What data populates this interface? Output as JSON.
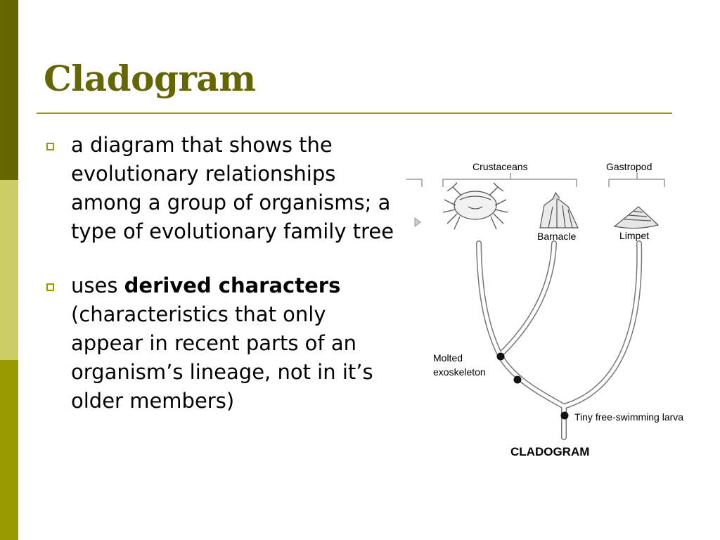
{
  "slide": {
    "title": "Cladogram",
    "bullets": [
      {
        "text": "a diagram that shows the evolutionary relationships among a group of organisms; a type of evolutionary family tree"
      },
      {
        "prefix": "uses ",
        "bold": "derived characters",
        "suffix": " (characteristics that only appear in recent parts of an organism’s lineage, not in it’s older members)"
      }
    ]
  },
  "cladogram": {
    "group_labels": [
      "Crustaceans",
      "Gastropod"
    ],
    "organisms": [
      "Barnacle",
      "Limpet"
    ],
    "traits": [
      "Molted exoskeleton",
      "Tiny free-swimming larva"
    ],
    "caption": "CLADOGRAM"
  },
  "colors": {
    "sidebar": [
      "#666600",
      "#cccc66",
      "#999900"
    ],
    "title": "#666600",
    "rule": "#999900"
  }
}
